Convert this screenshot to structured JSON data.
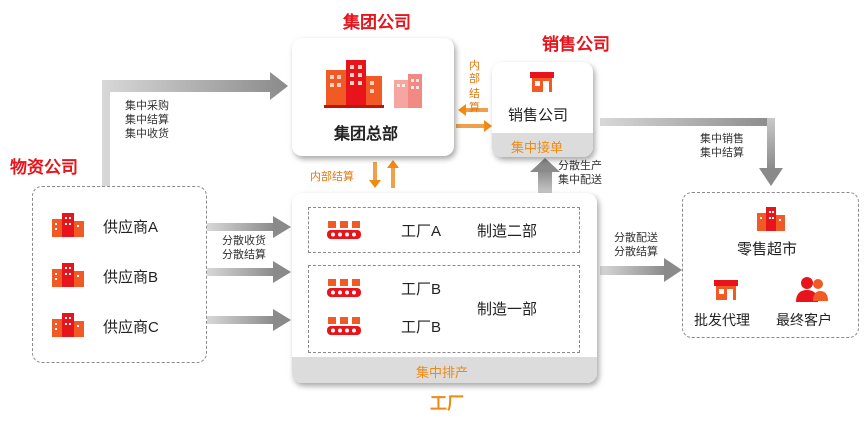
{
  "titles": {
    "group": "集团公司",
    "sales": "销售公司",
    "materials": "物资公司",
    "factory": "工厂"
  },
  "group_hq": {
    "label": "集团总部"
  },
  "sales_box": {
    "label": "销售公司",
    "footer": "集中接单"
  },
  "materials_box": {
    "suppliers": [
      "供应商A",
      "供应商B",
      "供应商C"
    ]
  },
  "factory_box": {
    "rows": [
      {
        "factory": "工厂A",
        "dept": "制造二部"
      },
      {
        "factory": "工厂B",
        "dept": "制造一部"
      },
      {
        "factory": "工厂B",
        "dept": ""
      }
    ],
    "footer": "集中排产"
  },
  "retail_box": {
    "title": "零售超市",
    "items": [
      "批发代理",
      "最终客户"
    ]
  },
  "flows": {
    "materials_to_group": [
      "集中采购",
      "集中结算",
      "集中收货"
    ],
    "internal_right": [
      "内",
      "部",
      "结",
      "算"
    ],
    "internal_bottom": "内部结算",
    "sales_to_retail": [
      "集中销售",
      "集中结算"
    ],
    "factory_to_sales": [
      "分散生产",
      "集中配送"
    ],
    "suppliers_to_factory": [
      "分散收货",
      "分散结算"
    ],
    "factory_to_retail": [
      "分散配送",
      "分散结算"
    ]
  },
  "colors": {
    "red": "#e8141b",
    "orange": "#f08a12",
    "icon_orange": "#f15a24",
    "arrow_gray": "#9a9a9a"
  },
  "icons": [
    "building-icon",
    "shop-icon",
    "factory-conveyor-icon",
    "people-icon"
  ]
}
